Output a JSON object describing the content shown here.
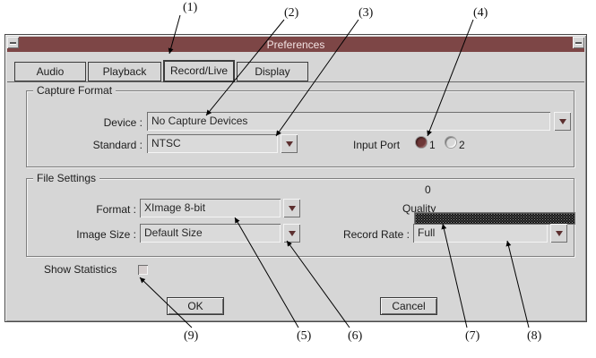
{
  "window": {
    "title": "Preferences"
  },
  "tabs": [
    {
      "label": "Audio"
    },
    {
      "label": "Playback"
    },
    {
      "label": "Record/Live"
    },
    {
      "label": "Display"
    }
  ],
  "capture_format": {
    "title": "Capture Format",
    "device_label": "Device :",
    "device_value": "No Capture Devices",
    "standard_label": "Standard :",
    "standard_value": "NTSC",
    "input_port_label": "Input Port",
    "port1_label": "1",
    "port2_label": "2",
    "port_selected": "1"
  },
  "file_settings": {
    "title": "File Settings",
    "format_label": "Format :",
    "format_value": "XImage 8-bit",
    "image_size_label": "Image Size :",
    "image_size_value": "Default Size",
    "quality_label": "Quality",
    "quality_value": "0",
    "record_rate_label": "Record Rate :",
    "record_rate_value": "Full"
  },
  "show_statistics": {
    "label": "Show Statistics",
    "checked": false
  },
  "buttons": {
    "ok": "OK",
    "cancel": "Cancel"
  },
  "annotations": {
    "a1": "(1)",
    "a2": "(2)",
    "a3": "(3)",
    "a4": "(4)",
    "a5": "(5)",
    "a6": "(6)",
    "a7": "(7)",
    "a8": "(8)",
    "a9": "(9)"
  },
  "colors": {
    "titlebar": "#7d4646",
    "window_bg": "#d6d6d6",
    "accent_maroon": "#5c2f2f"
  }
}
